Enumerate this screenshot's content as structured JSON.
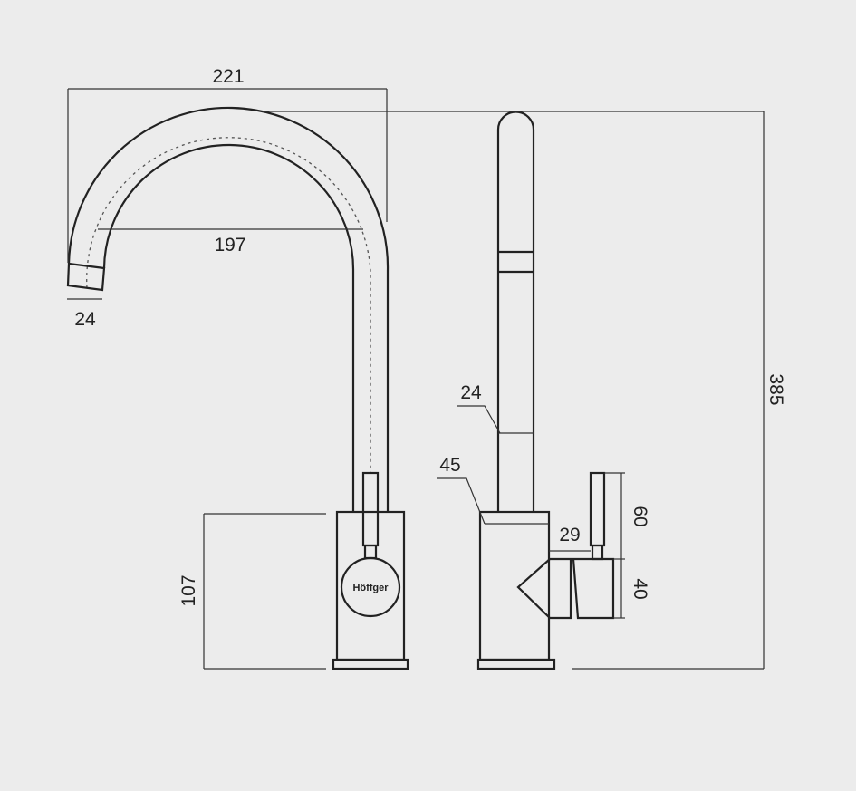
{
  "brand": "Höffger",
  "front_view": {
    "dimensions": {
      "reach": "221",
      "arc_width": "197",
      "spout_diameter": "24",
      "body_height": "107"
    }
  },
  "side_view": {
    "dimensions": {
      "total_height": "385",
      "tube_diameter": "24",
      "body_diameter": "45",
      "lever_offset": "29",
      "handle_height": "60",
      "lever_height": "40"
    }
  }
}
